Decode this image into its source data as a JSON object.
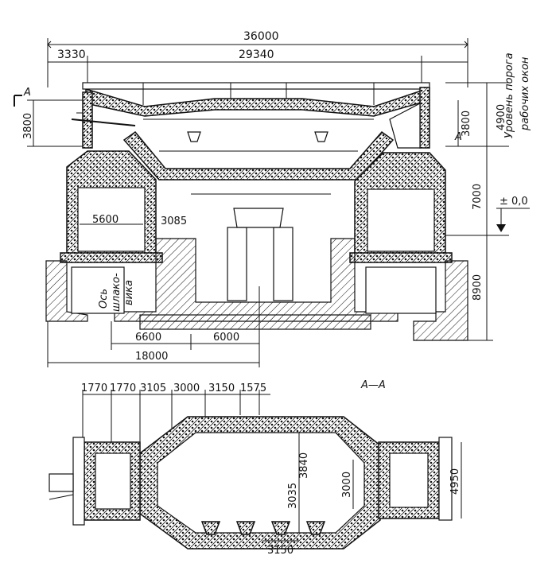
{
  "top_view": {
    "dims": {
      "total_width": "36000",
      "left_offset": "3330",
      "inner_width": "29340",
      "left_height": "3800",
      "right_height": "3800",
      "upper_right": "4900",
      "middle_right": "7000",
      "lower_right": "8900",
      "regen_width": "5600",
      "gap": "3085",
      "bottom_left": "6600",
      "bottom_right": "6000",
      "bottom_total": "18000"
    },
    "labels": {
      "section_marker_left": "A",
      "section_marker_right": "A",
      "axis_label": "Ось шлако-вика",
      "axis_label_line1": "Ось",
      "axis_label_line2": "шлако-",
      "axis_label_line3": "вика",
      "level_label_line1": "Уровень порога",
      "level_label_line2": "рабочих окон",
      "zero_mark": "± 0,0"
    }
  },
  "plan_view": {
    "title": "А—А",
    "dims": {
      "d1": "1770",
      "d2": "1770",
      "d3": "3105",
      "d4": "3000",
      "d5": "3150",
      "d6": "1575",
      "h1": "3840",
      "h2": "3035",
      "h3": "3000",
      "right_height": "4950",
      "bottom": "3150"
    }
  }
}
